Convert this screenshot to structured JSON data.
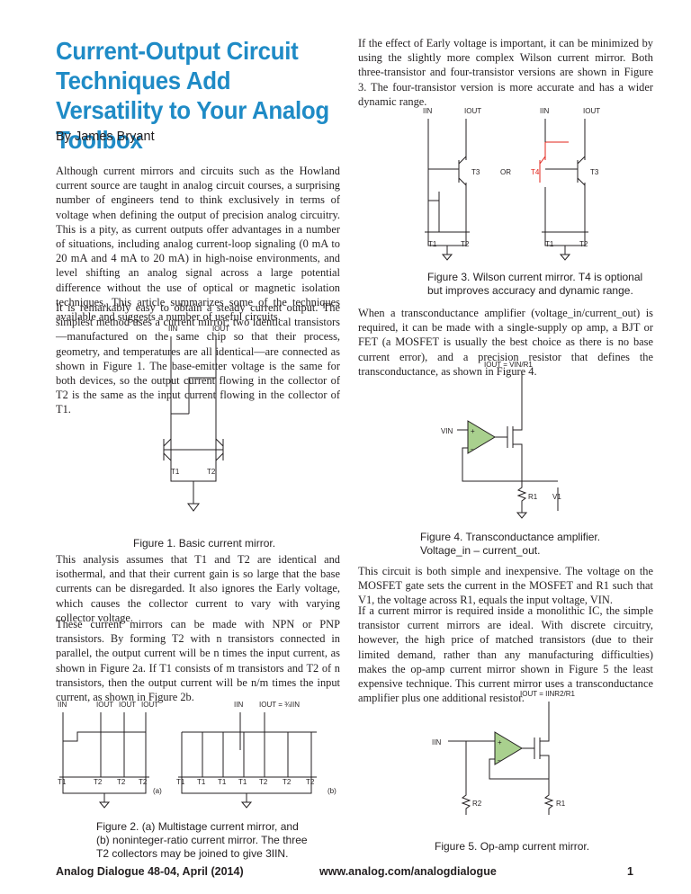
{
  "article": {
    "title": "Current-Output Circuit Techniques Add Versatility to Your Analog Toolbox",
    "byline": "By James Bryant",
    "left_paragraphs": [
      "Although current mirrors and circuits such as the Howland current source are taught in analog circuit courses, a surprising number of engineers tend to think exclusively in terms of voltage when defining the output of precision analog circuitry. This is a pity, as current outputs offer advantages in a number of situations, including analog current-loop signaling (0 mA to 20 mA and 4 mA to 20 mA) in high-noise environments, and level shifting an analog signal across a large potential difference without the use of optical or magnetic isolation techniques. This article summarizes some of the techniques available and suggests a number of useful circuits.",
      "It is remarkably easy to obtain a steady current output. The simplest method uses a current mirror: two identical transistors—manufactured on the same chip so that their process, geometry, and temperatures are all identical—are connected as shown in Figure 1. The base-emitter voltage is the same for both devices, so the output current flowing in the collector of T2 is the same as the input current flowing in the collector of T1.",
      "This analysis assumes that T1 and T2 are identical and isothermal, and that their current gain is so large that the base currents can be disregarded. It also ignores the Early voltage, which causes the collector current to vary with varying collector voltage.",
      "These current mirrors can be made with NPN or PNP transistors. By forming T2 with n transistors connected in parallel, the output current will be n times the input current, as shown in Figure 2a. If T1 consists of m transistors and T2 of n transistors, then the output current will be n/m times the input current, as shown in Figure 2b."
    ],
    "right_paragraphs": [
      "If the effect of Early voltage is important, it can be minimized by using the slightly more complex Wilson current mirror. Both three-transistor and four-transistor versions are shown in Figure 3. The four-transistor version is more accurate and has a wider dynamic range.",
      "When a transconductance amplifier (voltage_in/current_out) is required, it can be made with a single-supply op amp, a BJT or FET (a MOSFET is usually the best choice as there is no base current error), and a precision resistor that defines the transconductance, as shown in Figure 4.",
      "This circuit is both simple and inexpensive. The voltage on the MOSFET gate sets the current in the MOSFET and R1 such that V1, the voltage across R1, equals the input voltage, VIN.",
      "If a current mirror is required inside a monolithic IC, the simple transistor current mirrors are ideal. With discrete circuitry, however, the high price of matched transistors (due to their limited demand, rather than any manufacturing difficulties) makes the op-amp current mirror shown in Figure 5 the least expensive technique. This current mirror uses a transconductance amplifier plus one additional resistor."
    ]
  },
  "figures": {
    "fig1": {
      "caption": "Figure 1. Basic current mirror.",
      "labels": {
        "iin": "IIN",
        "iout": "IOUT",
        "t1": "T1",
        "t2": "T2"
      }
    },
    "fig2": {
      "caption_lines": [
        "Figure 2. (a) Multistage current mirror, and",
        "(b) noninteger-ratio current mirror. The three",
        "T2 collectors may be joined to give 3IIN."
      ],
      "labels": {
        "iin": "IIN",
        "iout": "IOUT",
        "iout_b": "IOUT = ¾IIN",
        "t1": "T1",
        "t2": "T2",
        "a": "(a)",
        "b": "(b)"
      }
    },
    "fig3": {
      "caption_lines": [
        "Figure 3. Wilson current mirror. T4 is optional",
        "but improves accuracy and dynamic range."
      ],
      "labels": {
        "iin": "IIN",
        "iout": "IOUT",
        "t1": "T1",
        "t2": "T2",
        "t3": "T3",
        "t4": "T4",
        "or": "OR"
      }
    },
    "fig4": {
      "caption_lines": [
        "Figure 4. Transconductance amplifier.",
        "Voltage_in – current_out."
      ],
      "labels": {
        "iout": "IOUT = VIN/R1",
        "vin": "VIN",
        "r1": "R1",
        "v1": "V1",
        "plus": "+",
        "minus": "–"
      }
    },
    "fig5": {
      "caption": "Figure 5. Op-amp current mirror.",
      "labels": {
        "iout": "IOUT = IINR2/R1",
        "iin": "IIN",
        "r1": "R1",
        "r2": "R2",
        "plus": "+",
        "minus": "–"
      }
    }
  },
  "footer": {
    "left": "Analog Dialogue 48-04, April (2014)",
    "center": "www.analog.com/analogdialogue",
    "page": "1"
  },
  "colors": {
    "title": "#1f8bc6",
    "opamp_fill": "#a9d08e",
    "highlight": "#e2231a"
  }
}
